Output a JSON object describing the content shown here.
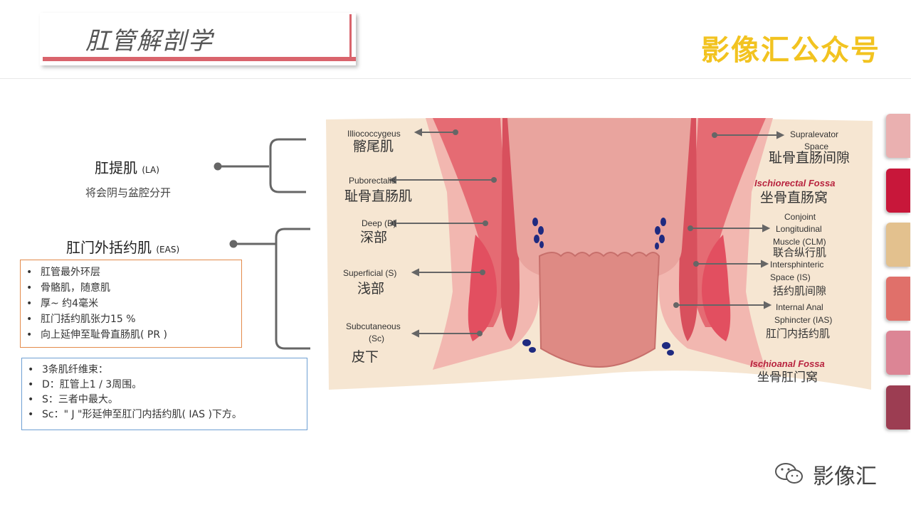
{
  "header": {
    "title": "肛管解剖学",
    "brand": "影像汇公众号"
  },
  "la": {
    "title": "肛提肌",
    "abbr": "(LA)",
    "subtitle": "将会阴与盆腔分开"
  },
  "eas": {
    "title": "肛门外括约肌",
    "abbr": "(EAS)",
    "bullets": [
      "肛管最外环层",
      "骨骼肌，随意肌",
      "厚~ 约4毫米",
      "肛门括约肌张力15 %",
      "向上延伸至耻骨直肠肌( PR )"
    ]
  },
  "fibers": {
    "bullets": [
      "3条肌纤维束：",
      "D：肛管上1 / 3周围。",
      "S：三者中最大。",
      "Sc：\" J \"形延伸至肛门内括约肌( IAS )下方。"
    ]
  },
  "diagram": {
    "left_labels": [
      {
        "en": "Illiococcygeus",
        "zh": "髂尾肌"
      },
      {
        "en": "Puborectalis",
        "zh": "耻骨直肠肌"
      },
      {
        "en": "Deep (D)",
        "zh": "深部"
      },
      {
        "en": "Superficial (S)",
        "zh": "浅部"
      },
      {
        "en": "Subcutaneous",
        "en2": "(Sc)",
        "zh": "皮下"
      }
    ],
    "right_labels": [
      {
        "en": "Supralevator",
        "en2": "Space",
        "zh": "耻骨直肠间隙"
      },
      {
        "en": "Ischiorectal Fossa",
        "zh": "坐骨直肠窝"
      },
      {
        "en": "Conjoint",
        "en2": "Longitudinal",
        "en3": "Muscle (CLM)",
        "zh": "联合纵行肌"
      },
      {
        "en": "Intersphinteric",
        "en2": "Space (IS)",
        "zh": "括约肌间隙"
      },
      {
        "en": "Internal Anal",
        "en2": "Sphincter (IAS)",
        "zh": "肛门内括约肌"
      },
      {
        "en": "Ischioanal Fossa",
        "zh": "坐骨肛门窝"
      }
    ]
  },
  "watermark": "影像汇",
  "colors": {
    "accent": "#d9646c",
    "brand": "#f2c320",
    "tabs": [
      "#eab0b0",
      "#c8173a",
      "#e3c18e",
      "#e0706a",
      "#dc8595",
      "#9c3d52"
    ]
  }
}
